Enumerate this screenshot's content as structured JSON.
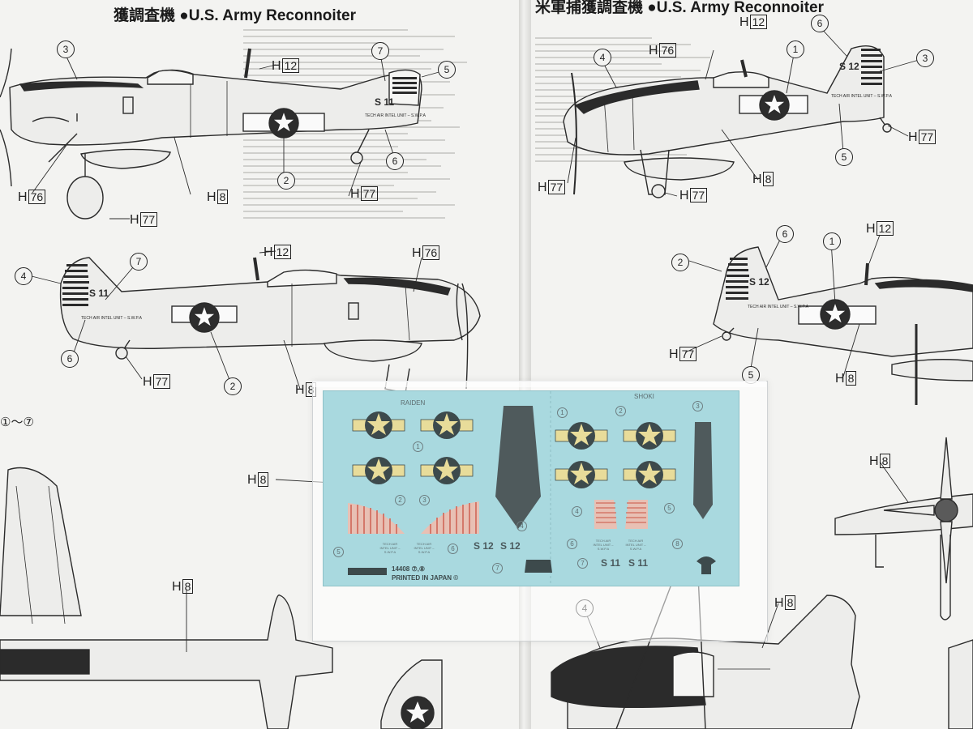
{
  "left_page": {
    "title_fragment": "獲調査機  ●U.S. Army Reconnoiter",
    "decal_range": "①～⑦",
    "h_labels": [
      {
        "prefix": "H",
        "code": "12"
      },
      {
        "prefix": "H",
        "code": "76"
      },
      {
        "prefix": "H",
        "code": "8"
      },
      {
        "prefix": "H",
        "code": "77"
      },
      {
        "prefix": "H",
        "code": "77"
      },
      {
        "prefix": "H",
        "code": "12"
      },
      {
        "prefix": "H",
        "code": "76"
      },
      {
        "prefix": "H",
        "code": "77"
      },
      {
        "prefix": "H",
        "code": "8"
      },
      {
        "prefix": "H",
        "code": "8"
      },
      {
        "prefix": "H",
        "code": "8"
      }
    ],
    "callouts": [
      "3",
      "7",
      "5",
      "6",
      "2",
      "4",
      "7",
      "6",
      "2"
    ],
    "aircraft_code": "S 11",
    "unit_text": "TECH AIR INTEL UNIT – S.W.P.A"
  },
  "right_page": {
    "title_fragment": "米軍捕獲調査機  ●U.S. Army Reconnoiter",
    "h_labels": [
      {
        "prefix": "H",
        "code": "12"
      },
      {
        "prefix": "H",
        "code": "76"
      },
      {
        "prefix": "H",
        "code": "77"
      },
      {
        "prefix": "H",
        "code": "8"
      },
      {
        "prefix": "H",
        "code": "77"
      },
      {
        "prefix": "H",
        "code": "77"
      },
      {
        "prefix": "H",
        "code": "12"
      },
      {
        "prefix": "H",
        "code": "77"
      },
      {
        "prefix": "H",
        "code": "8"
      },
      {
        "prefix": "H",
        "code": "8"
      },
      {
        "prefix": "H",
        "code": "8"
      }
    ],
    "callouts": [
      "4",
      "1",
      "6",
      "3",
      "5",
      "2",
      "6",
      "1",
      "5",
      "4"
    ],
    "aircraft_code": "S 12",
    "unit_text": "TECH AIR INTEL UNIT – S.W.P.A"
  },
  "decal_sheet": {
    "left_header": "RAIDEN",
    "right_header": "SHOKI",
    "numbers_left": [
      "1",
      "2",
      "3",
      "4",
      "5",
      "6",
      "7"
    ],
    "numbers_right": [
      "1",
      "2",
      "3",
      "4",
      "5",
      "6",
      "7",
      "8"
    ],
    "codes_left": [
      "S 12",
      "S 12"
    ],
    "codes_right": [
      "S 11",
      "S 11"
    ],
    "unit_text": "TECH AIR INTEL UNIT – S.W.P.A",
    "product_no": "14408 ⑦,⑧",
    "printed": "PRINTED IN JAPAN ©",
    "colors": {
      "sheet": "#a9d9df",
      "insignia_blue": "#3d4a4c",
      "insignia_white": "#e8dc9a",
      "stripe_red": "#d4786a",
      "fuselage_band": "#4f5a5c"
    }
  }
}
